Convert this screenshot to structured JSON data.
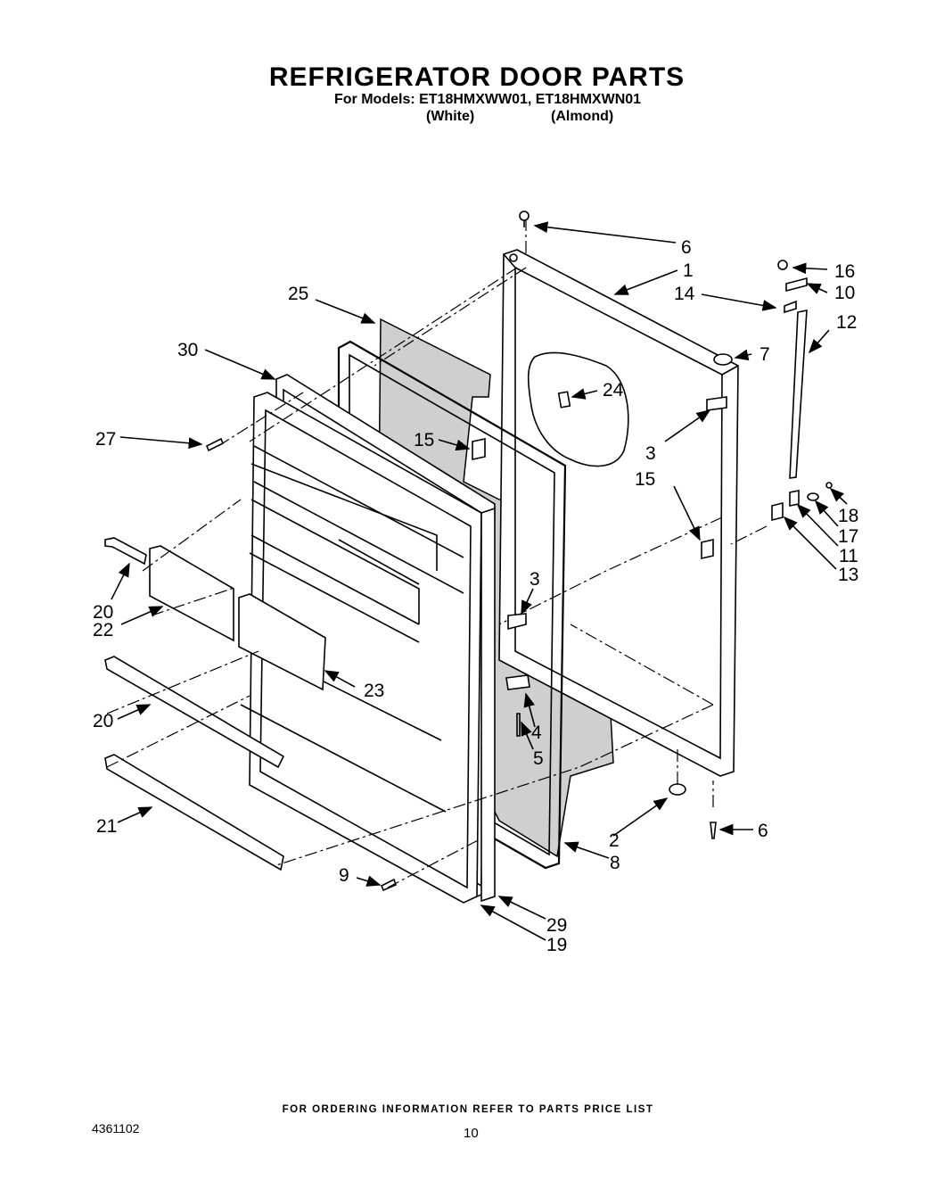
{
  "title": "REFRIGERATOR DOOR PARTS",
  "models_line": "For Models: ET18HMXWW01, ET18HMXWN01",
  "color_white": "(White)",
  "color_almond": "(Almond)",
  "footer": "FOR ORDERING INFORMATION REFER TO PARTS PRICE LIST",
  "doc_number": "4361102",
  "page_number": "10",
  "callouts": {
    "c6a": "6",
    "c1": "1",
    "c25": "25",
    "c14": "14",
    "c16": "16",
    "c10": "10",
    "c12": "12",
    "c30": "30",
    "c7": "7",
    "c24": "24",
    "c27": "27",
    "c15a": "15",
    "c3a": "3",
    "c15b": "15",
    "c18": "18",
    "c17": "17",
    "c11": "11",
    "c13": "13",
    "c20a": "20",
    "c22": "22",
    "c3b": "3",
    "c23": "23",
    "c4": "4",
    "c5": "5",
    "c20b": "20",
    "c21": "21",
    "c2": "2",
    "c6b": "6",
    "c8": "8",
    "c9": "9",
    "c29": "29",
    "c19": "19"
  }
}
